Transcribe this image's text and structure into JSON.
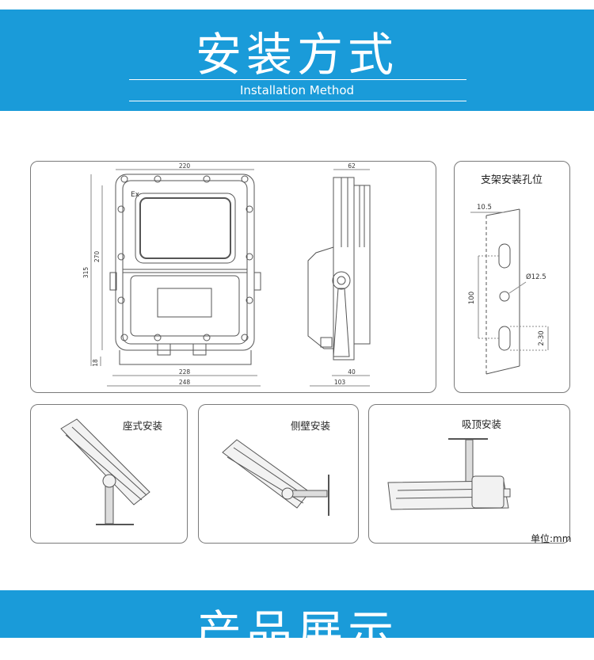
{
  "header": {
    "title": "安装方式",
    "subtitle": "Installation Method"
  },
  "main_drawing": {
    "front_labels": {
      "width_top": "220",
      "height_outer": "315",
      "height_inner": "270",
      "bottom_small": "18",
      "width_228": "228",
      "width_248": "248",
      "ex_mark": "Ex"
    },
    "side_labels": {
      "depth_top": "62",
      "depth_40": "40",
      "depth_103": "103"
    }
  },
  "bracket_hole": {
    "title": "支架安装孔位",
    "dim_offset": "10.5",
    "dim_spacing": "100",
    "dim_diameter": "Ø12.5",
    "dim_slot": "2-30"
  },
  "installations": {
    "seat": "座式安装",
    "wall": "侧壁安装",
    "ceiling": "吸顶安装"
  },
  "unit_label": "单位:mm",
  "footer": {
    "title": "产品展示"
  }
}
